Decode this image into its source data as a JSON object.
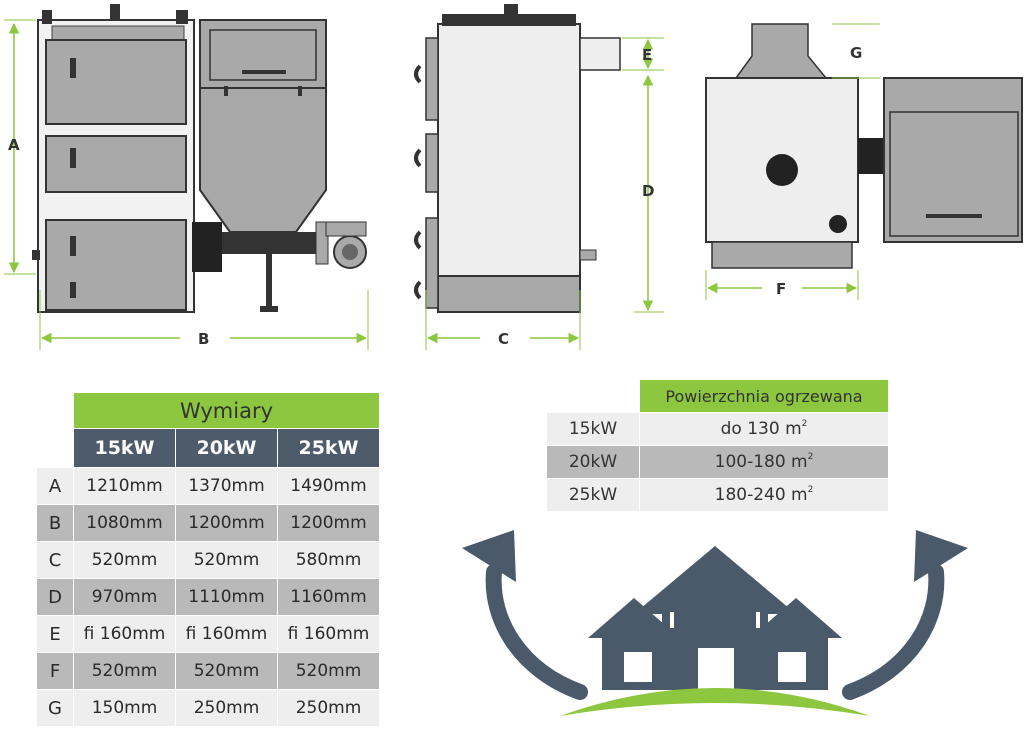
{
  "drawing": {
    "dimension_letters": [
      "A",
      "B",
      "C",
      "D",
      "E",
      "F",
      "G"
    ]
  },
  "dimensions_table": {
    "title": "Wymiary",
    "columns": [
      "15kW",
      "20kW",
      "25kW"
    ],
    "rows": [
      {
        "label": "A",
        "values": [
          "1210mm",
          "1370mm",
          "1490mm"
        ]
      },
      {
        "label": "B",
        "values": [
          "1080mm",
          "1200mm",
          "1200mm"
        ]
      },
      {
        "label": "C",
        "values": [
          "520mm",
          "520mm",
          "580mm"
        ]
      },
      {
        "label": "D",
        "values": [
          "970mm",
          "1110mm",
          "1160mm"
        ]
      },
      {
        "label": "E",
        "values": [
          "fi 160mm",
          "fi 160mm",
          "fi 160mm"
        ]
      },
      {
        "label": "F",
        "values": [
          "520mm",
          "520mm",
          "520mm"
        ]
      },
      {
        "label": "G",
        "values": [
          "150mm",
          "250mm",
          "250mm"
        ]
      }
    ]
  },
  "heating_table": {
    "title": "Powierzchnia ogrzewana",
    "rows": [
      {
        "power": "15kW",
        "area": "do 130 m",
        "sup": "2"
      },
      {
        "power": "20kW",
        "area": "100-180 m",
        "sup": "2"
      },
      {
        "power": "25kW",
        "area": "180-240 m",
        "sup": "2"
      }
    ]
  },
  "colors": {
    "accent_green": "#8dc63f",
    "header_slate": "#4d5b6b",
    "house_slate": "#4a5a6a",
    "boiler_grey": "#a9a9a9",
    "row_light": "#eeeeee",
    "row_dark": "#b9b9b9"
  }
}
